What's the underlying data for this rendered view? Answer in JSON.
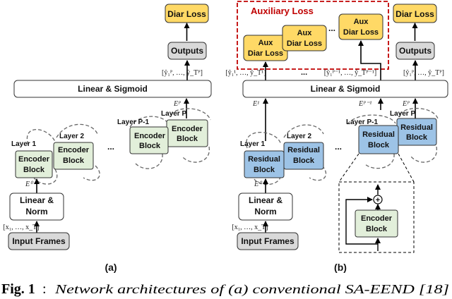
{
  "colors": {
    "diar_loss": "#FFD966",
    "outputs": "#D9D9D9",
    "encoder": "#E2EFDA",
    "residual": "#9DC3E6",
    "input": "#D9D9D9",
    "aux_border": "#C00000"
  },
  "panel_a": {
    "diar_loss": "Diar Loss",
    "outputs": "Outputs",
    "output_vars": "[ŷ₁ᴾ, …, ŷ_Tᴾ]",
    "linear_sigmoid": "Linear & Sigmoid",
    "ep_label": "Eᴾ",
    "layer_p": "Layer P",
    "layer_p1": "Layer P-1",
    "layer_2": "Layer 2",
    "layer_1": "Layer 1",
    "block_line1": "Encoder",
    "block_line2": "Block",
    "dots": "...",
    "e0_label": "E⁰",
    "linear_norm_1": "Linear &",
    "linear_norm_2": "Norm",
    "input_vars": "[x₁, …, x_T]",
    "input_frames": "Input Frames",
    "panel_label": "(a)"
  },
  "panel_b": {
    "aux_title": "Auxiliary Loss",
    "aux_line1": "Aux",
    "aux_line2": "Diar Loss",
    "diar_loss": "Diar Loss",
    "outputs": "Outputs",
    "out_vars_1": "[ŷ₁¹, …, ŷ_T¹]",
    "out_vars_p1": "[ŷ₁ᴾ⁻¹, …, ŷ_Tᴾ⁻¹]",
    "out_vars_p": "[ŷ₁ᴾ, …, ŷ_Tᴾ]",
    "dots": "...",
    "linear_sigmoid": "Linear & Sigmoid",
    "e1_label": "E¹",
    "ep1_label": "Eᴾ⁻¹",
    "ep_label": "Eᴾ",
    "layer_p": "Layer P",
    "layer_p1": "Layer P-1",
    "layer_2": "Layer 2",
    "layer_1": "Layer 1",
    "block_line1": "Residual",
    "block_line2": "Block",
    "e0_label": "E⁰",
    "linear_norm_1": "Linear &",
    "linear_norm_2": "Norm",
    "input_vars": "[x₁, …, x_T]",
    "input_frames": "Input Frames",
    "encoder_line1": "Encoder",
    "encoder_line2": "Block",
    "plus": "+",
    "panel_label": "(b)"
  },
  "caption": {
    "fig": "Fig. 1",
    "colon": ":",
    "text": "Network architectures of (a) conventional SA-EEND [18]"
  }
}
